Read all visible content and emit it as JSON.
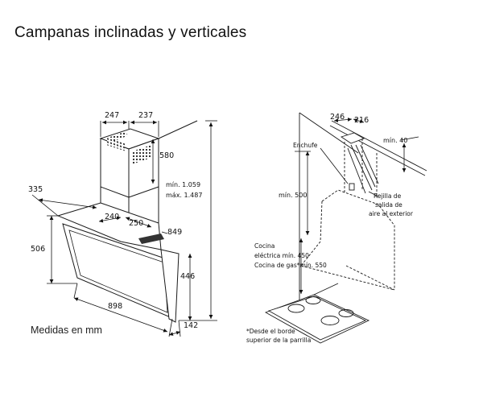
{
  "title": "Campanas inclinadas y verticales",
  "left_diagram": {
    "dim_top_a": "247",
    "dim_top_b": "237",
    "dim_chimney_h": "580",
    "dim_min": "mín. 1.059",
    "dim_max": "máx. 1.487",
    "dim_width_left": "335",
    "dim_240": "240",
    "dim_250": "250",
    "dim_849": "849",
    "dim_506": "506",
    "dim_446": "446",
    "dim_898": "898",
    "dim_142": "142",
    "caption": "Medidas en mm"
  },
  "right_diagram": {
    "dim_246": "246",
    "dim_216": "216",
    "dim_min40": "mín. 40",
    "label_enchufe": "Enchufe",
    "dim_min500": "mín. 500",
    "label_rejilla_1": "Rejilla de",
    "label_rejilla_2": "salida de",
    "label_rejilla_3": "aire al exterior",
    "label_cocina_1": "Cocina",
    "label_cocina_2": "eléctrica mín. 450",
    "label_cocina_3": "Cocina de gas*mín. 550",
    "footnote_1": "*Desde el borde",
    "footnote_2": "superior de la parrilla"
  }
}
